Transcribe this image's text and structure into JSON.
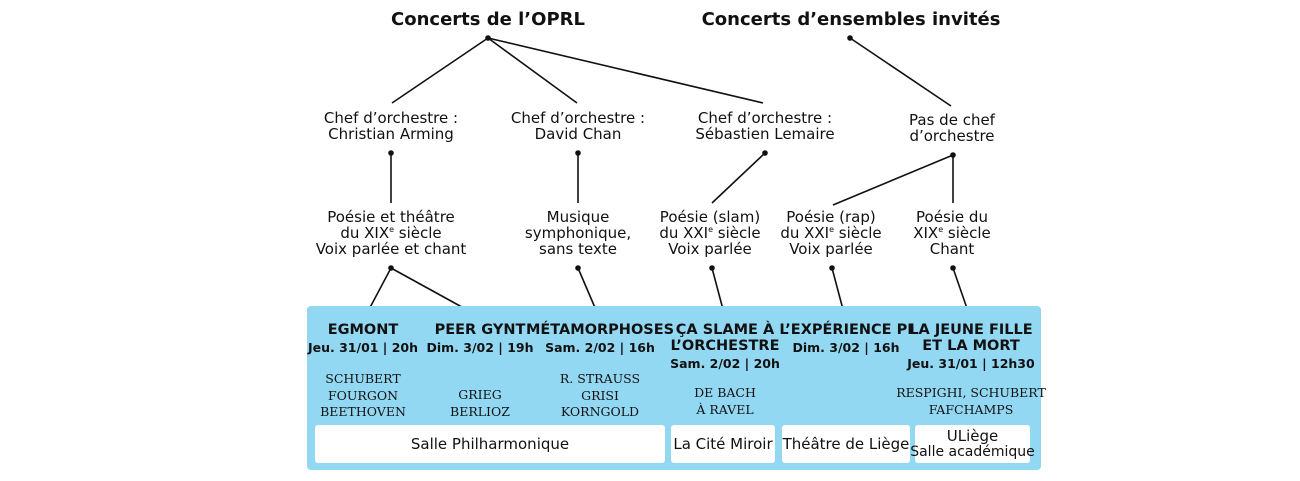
{
  "headings": {
    "oprl": "Concerts de l’OPRL",
    "guests": "Concerts d’ensembles invités"
  },
  "conductors": [
    {
      "label": "Chef d’orchestre :",
      "name": "Christian Arming"
    },
    {
      "label": "Chef d’orchestre :",
      "name": "David Chan"
    },
    {
      "label": "Chef d’orchestre :",
      "name": "Sébastien Lemaire"
    }
  ],
  "no_conductor": {
    "line1": "Pas de chef",
    "line2": "d’orchestre"
  },
  "genres": [
    {
      "l1a": "Poésie et théâtre",
      "l2a": "du XIX",
      "l2sup": "e",
      "l2b": " siècle",
      "l3": "Voix parlée et chant"
    },
    {
      "l1a": "Musique",
      "l2a": "symphonique,",
      "l2sup": "",
      "l2b": "",
      "l3": "sans texte"
    },
    {
      "l1a": "Poésie (slam)",
      "l2a": "du XXI",
      "l2sup": "e",
      "l2b": " siècle",
      "l3": "Voix parlée"
    },
    {
      "l1a": "Poésie (rap)",
      "l2a": "du XXI",
      "l2sup": "e",
      "l2b": " siècle",
      "l3": "Voix parlée"
    },
    {
      "l1a": "Poésie du",
      "l2a": "XIX",
      "l2sup": "e",
      "l2b": " siècle",
      "l3": "Chant"
    }
  ],
  "concerts": [
    {
      "title": "EGMONT",
      "title2": "",
      "date": "Jeu. 31/01 | 20h",
      "composers": [
        "SCHUBERT",
        "FOURGON",
        "BEETHOVEN"
      ]
    },
    {
      "title": "PEER GYNT",
      "title2": "",
      "date": "Dim. 3/02 | 19h",
      "composers": [
        "GRIEG",
        "BERLIOZ"
      ]
    },
    {
      "title": "MÉTAMORPHOSES",
      "title2": "",
      "date": "Sam. 2/02 | 16h",
      "composers": [
        "R. STRAUSS",
        "GRISI",
        "KORNGOLD"
      ]
    },
    {
      "title": "ÇA SLAME À",
      "title2": "L’ORCHESTRE",
      "date": "Sam. 2/02 | 20h",
      "composers": [
        "DE BACH",
        "À RAVEL"
      ]
    },
    {
      "title": "L’EXPÉRIENCE PI",
      "title2": "",
      "date": "Dim. 3/02 | 16h",
      "composers": []
    },
    {
      "title": "LA JEUNE FILLE",
      "title2": "ET LA MORT",
      "date": "Jeu. 31/01 | 12h30",
      "composers": [
        "RESPIGHI, SCHUBERT",
        "FAFCHAMPS"
      ]
    }
  ],
  "venues": [
    {
      "name": "Salle Philharmonique",
      "sub": ""
    },
    {
      "name": "La Cité Miroir",
      "sub": ""
    },
    {
      "name": "Théâtre de Liège",
      "sub": ""
    },
    {
      "name": "ULiège",
      "sub": "Salle académique"
    }
  ],
  "colors": {
    "panel": "#93d8f3",
    "line": "#111111",
    "venue_bg": "#ffffff"
  }
}
